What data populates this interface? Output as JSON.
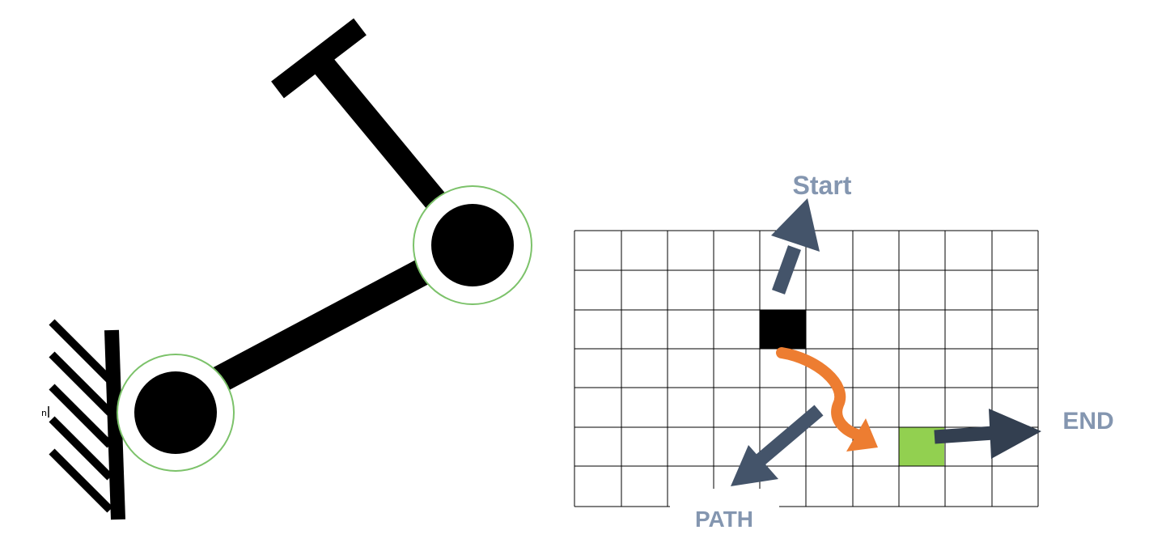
{
  "diagram": {
    "left_artifact_text": "n",
    "labels": {
      "start": "Start",
      "end": "END",
      "path": "PATH"
    },
    "grid": {
      "cols": 10,
      "rows": 7,
      "start_cell": {
        "col": 4,
        "row": 2
      },
      "goal_cell": {
        "col": 7,
        "row": 5
      }
    },
    "colors": {
      "arm": "#000000",
      "joint_ring": "#7cc26a",
      "label": "#8496b0",
      "arrow_dark": "#44546a",
      "arrow_end": "#333f50",
      "path_arrow": "#ed7d31",
      "start_cell": "#000000",
      "goal_cell": "#92d050",
      "grid_line": "#000000"
    }
  }
}
